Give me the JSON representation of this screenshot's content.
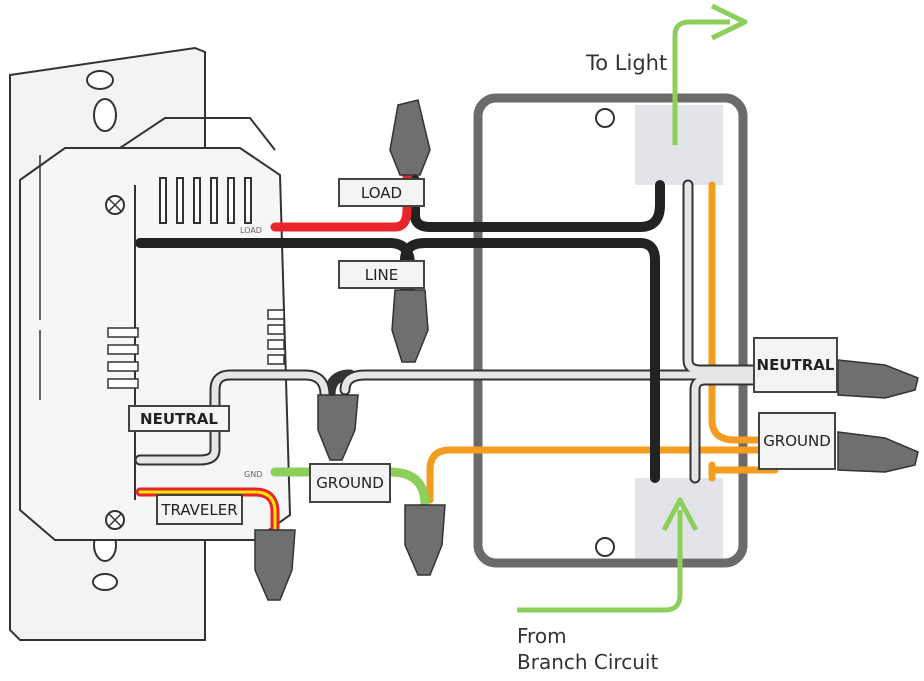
{
  "labels": {
    "to_light": "To Light",
    "from_line1": "From",
    "from_line2": "Branch Circuit",
    "load": "LOAD",
    "line": "LINE",
    "neutral_switch": "NEUTRAL",
    "traveler": "TRAVELER",
    "ground_switch": "GROUND",
    "neutral_box": "NEUTRAL",
    "ground_box": "GROUND",
    "terminal_load": "LOAD",
    "terminal_gnd": "GND"
  },
  "colors": {
    "hot": "#222222",
    "load_wire": "#e8252b",
    "neutral_wire": "#e6e6e6",
    "ground_wire": "#8ccf5a",
    "ground_bare": "#f39c1f",
    "traveler_red": "#e8252b",
    "traveler_yellow": "#f4e600",
    "arrow": "#8ccf5a",
    "box_outline": "#6b6b6b",
    "wire_nut": "#6f6f6f"
  },
  "icons": [
    "wire-nut-icon",
    "arrow-up-icon",
    "screw-icon"
  ]
}
